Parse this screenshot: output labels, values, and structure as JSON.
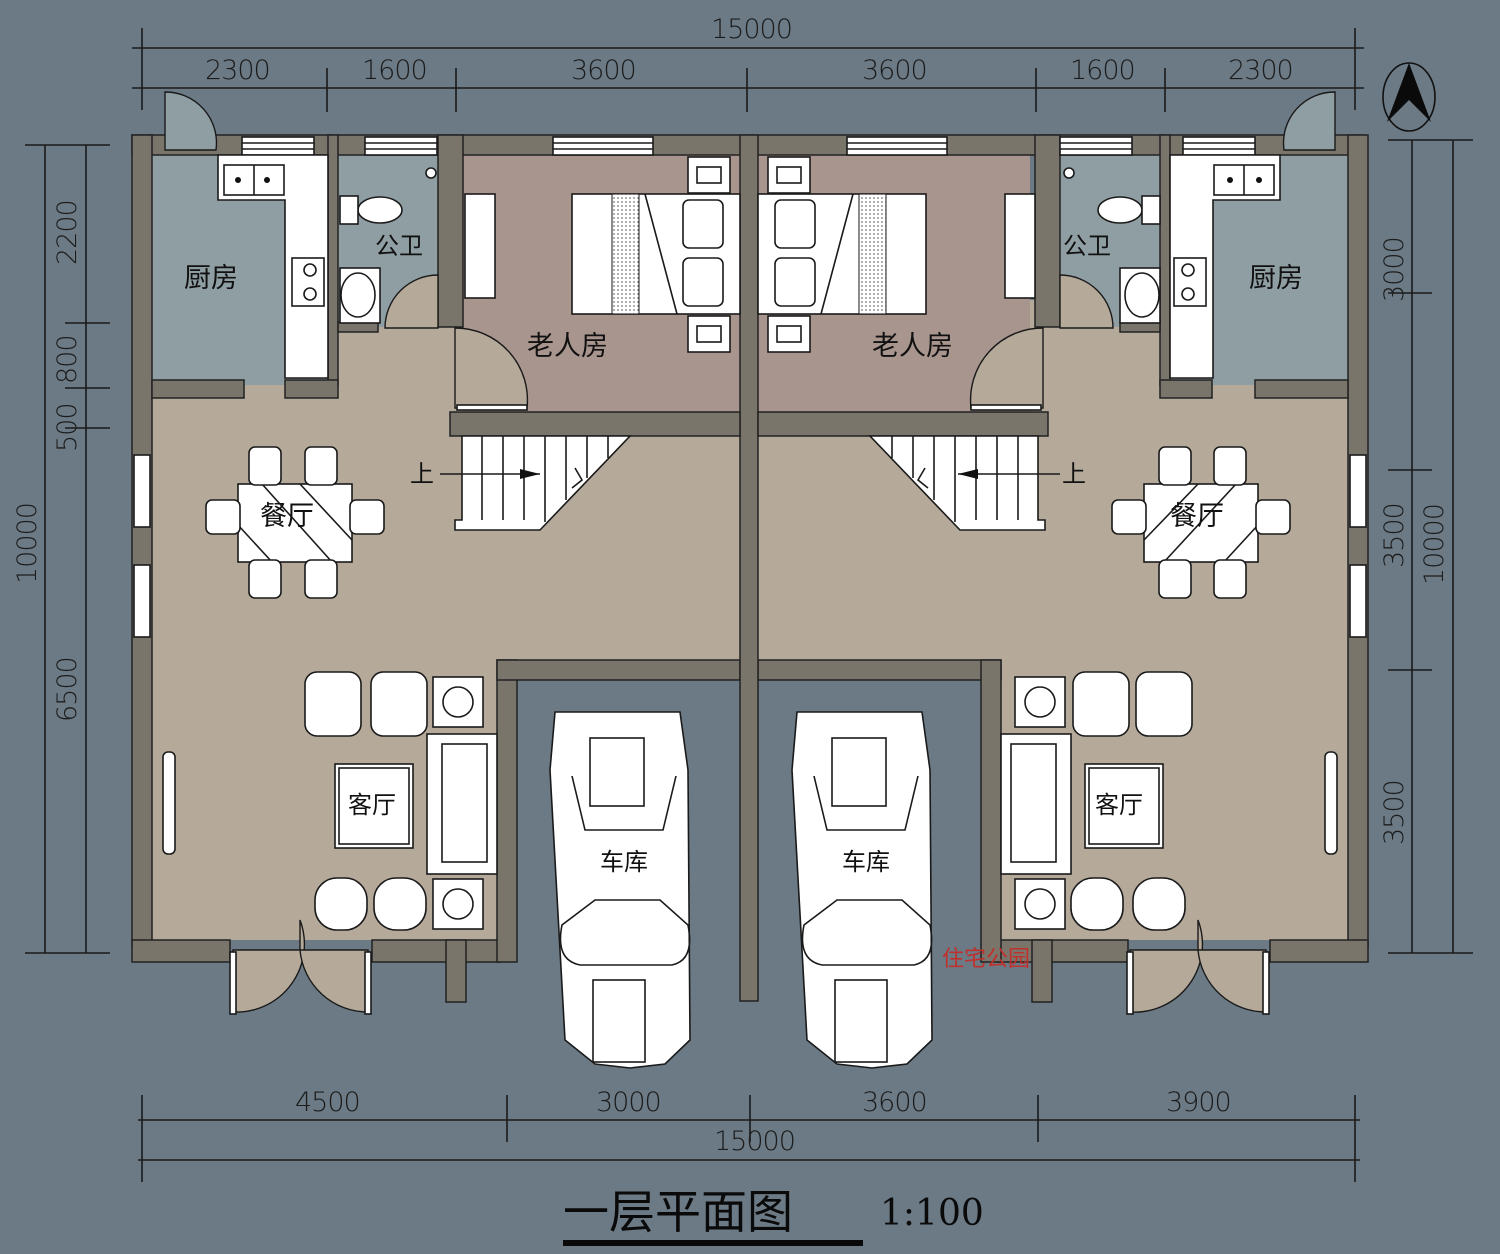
{
  "title": {
    "main": "一层平面图",
    "scale": "1:100"
  },
  "colors": {
    "background": "#6b7a85",
    "wall": "#7a756b",
    "living_floor": "#b5aa9a",
    "bedroom_floor": "#a8958e",
    "wet_room_floor": "#8f9ea3",
    "garage_floor": "#6b7a85",
    "watermark": "#c0302c"
  },
  "dimensions": {
    "top_total": "15000",
    "top_segments": [
      "2300",
      "1600",
      "3600",
      "3600",
      "1600",
      "2300"
    ],
    "bottom_segments": [
      "4500",
      "3000",
      "3600",
      "3900"
    ],
    "bottom_total": "15000",
    "left_total": "10000",
    "left_segments": [
      "2200",
      "800",
      "500",
      "6500"
    ],
    "right_total": "10000",
    "right_segments": [
      "3000",
      "3500",
      "3500"
    ]
  },
  "rooms": {
    "kitchen_left": "厨房",
    "bath_left": "公卫",
    "elder_room_left": "老人房",
    "elder_room_right": "老人房",
    "bath_right": "公卫",
    "kitchen_right": "厨房",
    "dining_left": "餐厅",
    "dining_right": "餐厅",
    "stair_up_left": "上",
    "stair_up_right": "上",
    "living_left": "客厅",
    "living_right": "客厅",
    "garage_left": "车库",
    "garage_right": "车库"
  },
  "watermark": "住宅公园",
  "compass": {
    "label": "north-arrow"
  }
}
